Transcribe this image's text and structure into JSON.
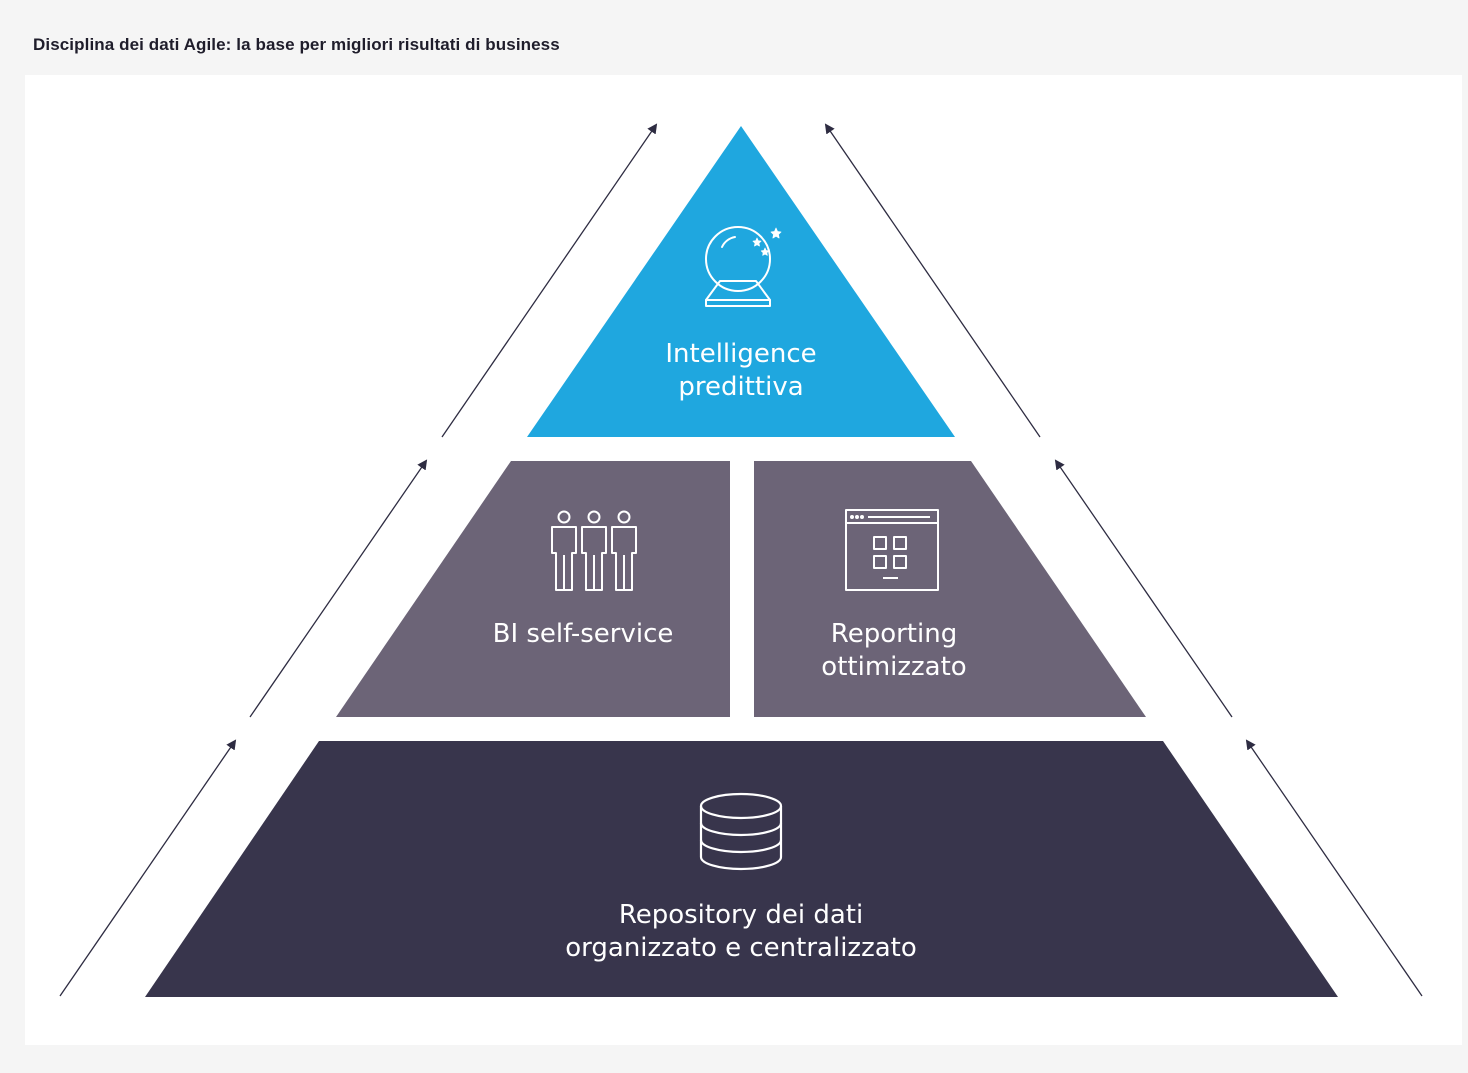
{
  "title": "Disciplina dei dati Agile: la base per migliori risultati di business",
  "tiers": {
    "top": {
      "line1": "Intelligence",
      "line2": "predittiva",
      "icon": "crystal-ball-icon",
      "color": "#1fa7df"
    },
    "middle_left": {
      "line1": "BI self-service",
      "icon": "people-group-icon",
      "color": "#6c6477"
    },
    "middle_right": {
      "line1": "Reporting",
      "line2": "ottimizzato",
      "icon": "dashboard-window-icon",
      "color": "#6c6477"
    },
    "bottom": {
      "line1": "Repository dei dati",
      "line2": "organizzato e centralizzato",
      "icon": "database-icon",
      "color": "#38354c"
    }
  },
  "colors": {
    "background": "#f5f5f5",
    "panel": "#ffffff",
    "arrow": "#2e2c42",
    "icon_stroke": "#ffffff"
  }
}
